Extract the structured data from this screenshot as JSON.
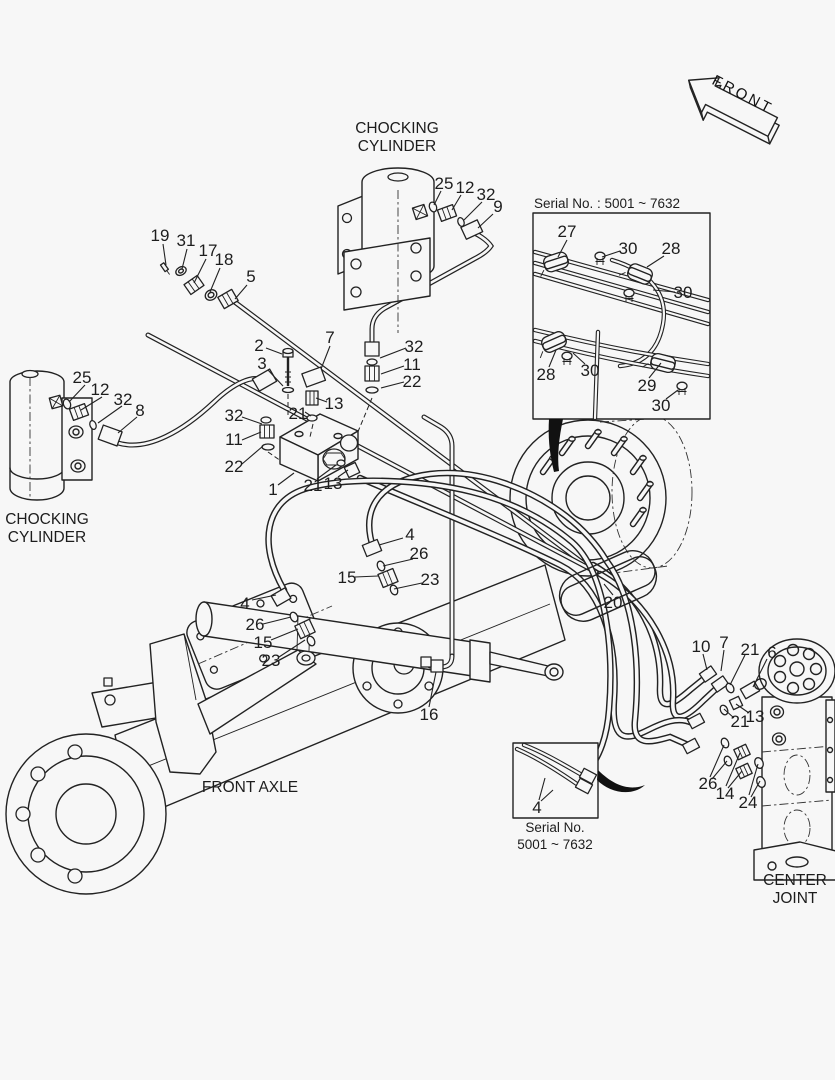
{
  "page": {
    "background": "#f7f7f7",
    "line_color": "#222222"
  },
  "labels": {
    "front_arrow": "FRONT",
    "chocking_cylinder": {
      "line1": "CHOCKING",
      "line2": "CYLINDER"
    },
    "serial_note_top": "Serial No. : 5001 ~ 7632",
    "serial_note_bottom": {
      "line1": "Serial No.",
      "line2": "5001 ~ 7632"
    },
    "front_axle": "FRONT AXLE",
    "center_joint": {
      "line1": "CENTER",
      "line2": "JOINT"
    }
  },
  "callouts": [
    {
      "n": "19"
    },
    {
      "n": "31"
    },
    {
      "n": "17"
    },
    {
      "n": "18"
    },
    {
      "n": "5"
    },
    {
      "n": "25"
    },
    {
      "n": "12"
    },
    {
      "n": "32"
    },
    {
      "n": "9"
    },
    {
      "n": "27"
    },
    {
      "n": "30"
    },
    {
      "n": "28"
    },
    {
      "n": "30"
    },
    {
      "n": "28"
    },
    {
      "n": "30"
    },
    {
      "n": "29"
    },
    {
      "n": "30"
    },
    {
      "n": "2"
    },
    {
      "n": "3"
    },
    {
      "n": "7"
    },
    {
      "n": "32"
    },
    {
      "n": "11"
    },
    {
      "n": "22"
    },
    {
      "n": "13"
    },
    {
      "n": "21"
    },
    {
      "n": "32"
    },
    {
      "n": "11"
    },
    {
      "n": "22"
    },
    {
      "n": "1"
    },
    {
      "n": "21"
    },
    {
      "n": "13"
    },
    {
      "n": "25"
    },
    {
      "n": "12"
    },
    {
      "n": "32"
    },
    {
      "n": "8"
    },
    {
      "n": "4"
    },
    {
      "n": "26"
    },
    {
      "n": "15"
    },
    {
      "n": "23"
    },
    {
      "n": "4"
    },
    {
      "n": "26"
    },
    {
      "n": "15"
    },
    {
      "n": "23"
    },
    {
      "n": "20"
    },
    {
      "n": "16"
    },
    {
      "n": "10"
    },
    {
      "n": "7"
    },
    {
      "n": "21"
    },
    {
      "n": "6"
    },
    {
      "n": "13"
    },
    {
      "n": "21"
    },
    {
      "n": "26"
    },
    {
      "n": "14"
    },
    {
      "n": "24"
    },
    {
      "n": "4"
    }
  ]
}
